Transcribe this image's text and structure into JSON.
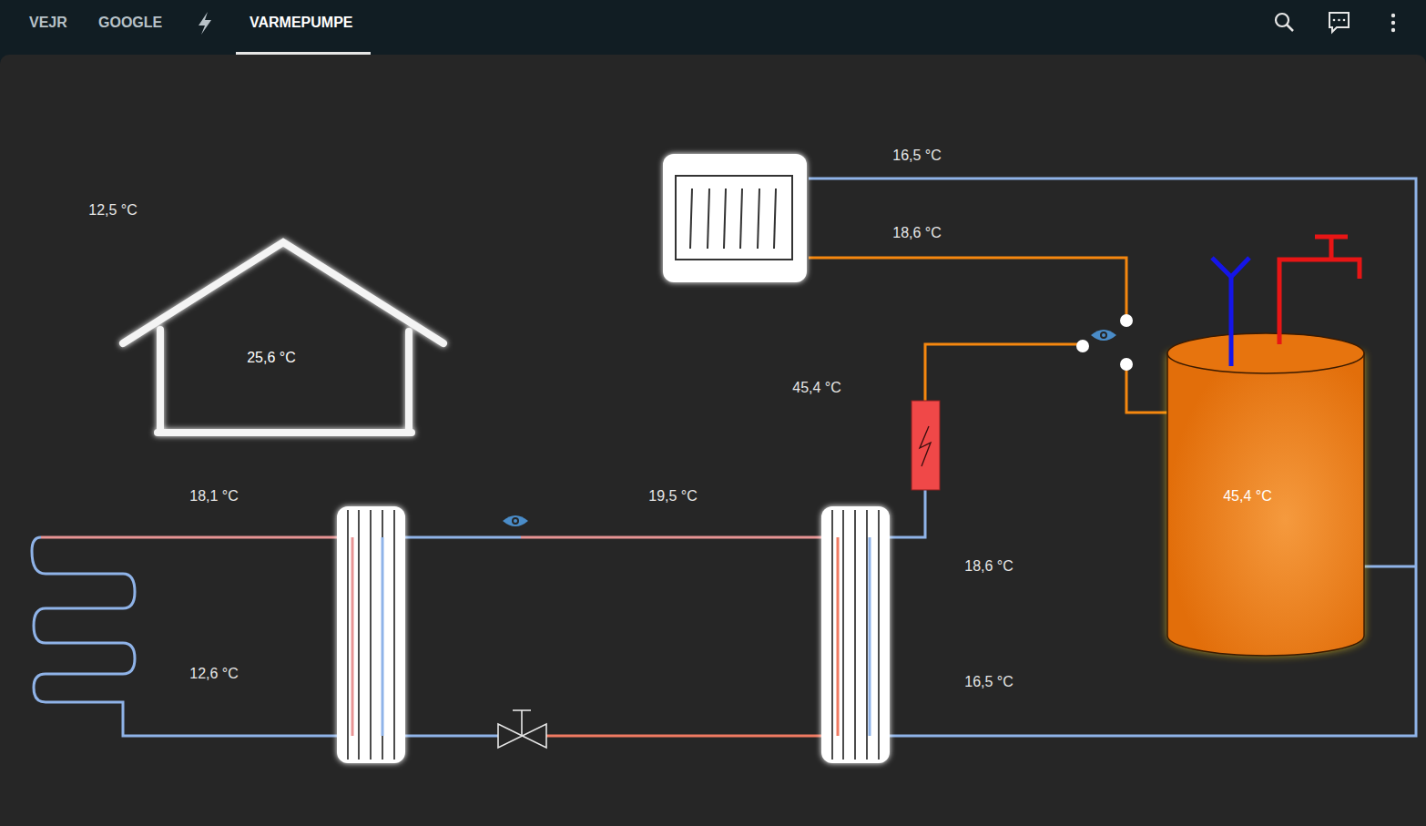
{
  "diagram": {
    "nodes": [
      {
        "text": [
          "25,6 °C"
        ]
      },
      {
        "text": [
          "45,4 °C"
        ]
      }
    ],
    "labels": [
      "VEJR",
      "GOOGLE",
      "VARMEPUMPE",
      "12,5 °C",
      "16,5 °C",
      "18,6 °C",
      "45,4 °C",
      "18,1 °C",
      "19,5 °C",
      "18,6 °C",
      "12,6 °C",
      "16,5 °C"
    ]
  }
}
